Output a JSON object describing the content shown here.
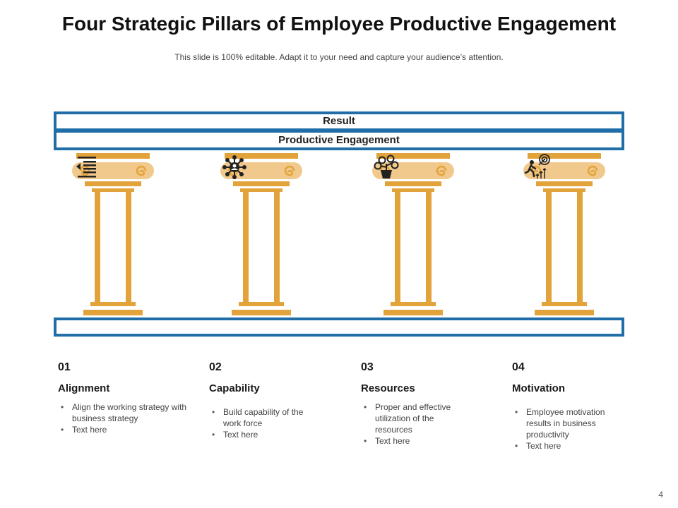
{
  "title": "Four Strategic Pillars of Employee Productive Engagement",
  "subtitle": "This slide is 100% editable. Adapt it to your need and capture your audience’s attention.",
  "result_label": "Result",
  "engagement_label": "Productive Engagement",
  "colors": {
    "pillar": "#E2A43A",
    "capital_band": "#F1C98C",
    "bar_border": "#1F6EA8"
  },
  "pillars": [
    {
      "number": "01",
      "heading": "Alignment",
      "icon": "text-indent-icon",
      "bullets": [
        "Align the working strategy with business strategy",
        "Text here"
      ]
    },
    {
      "number": "02",
      "heading": "Capability",
      "icon": "network-people-icon",
      "bullets": [
        "Build capability of the work force",
        "Text here"
      ]
    },
    {
      "number": "03",
      "heading": "Resources",
      "icon": "money-plant-icon",
      "bullets": [
        "Proper and effective utilization of the resources",
        "Text here"
      ]
    },
    {
      "number": "04",
      "heading": "Motivation",
      "icon": "target-runner-icon",
      "bullets": [
        "Employee motivation results in business productivity",
        "Text here"
      ]
    }
  ],
  "page_number": "4"
}
